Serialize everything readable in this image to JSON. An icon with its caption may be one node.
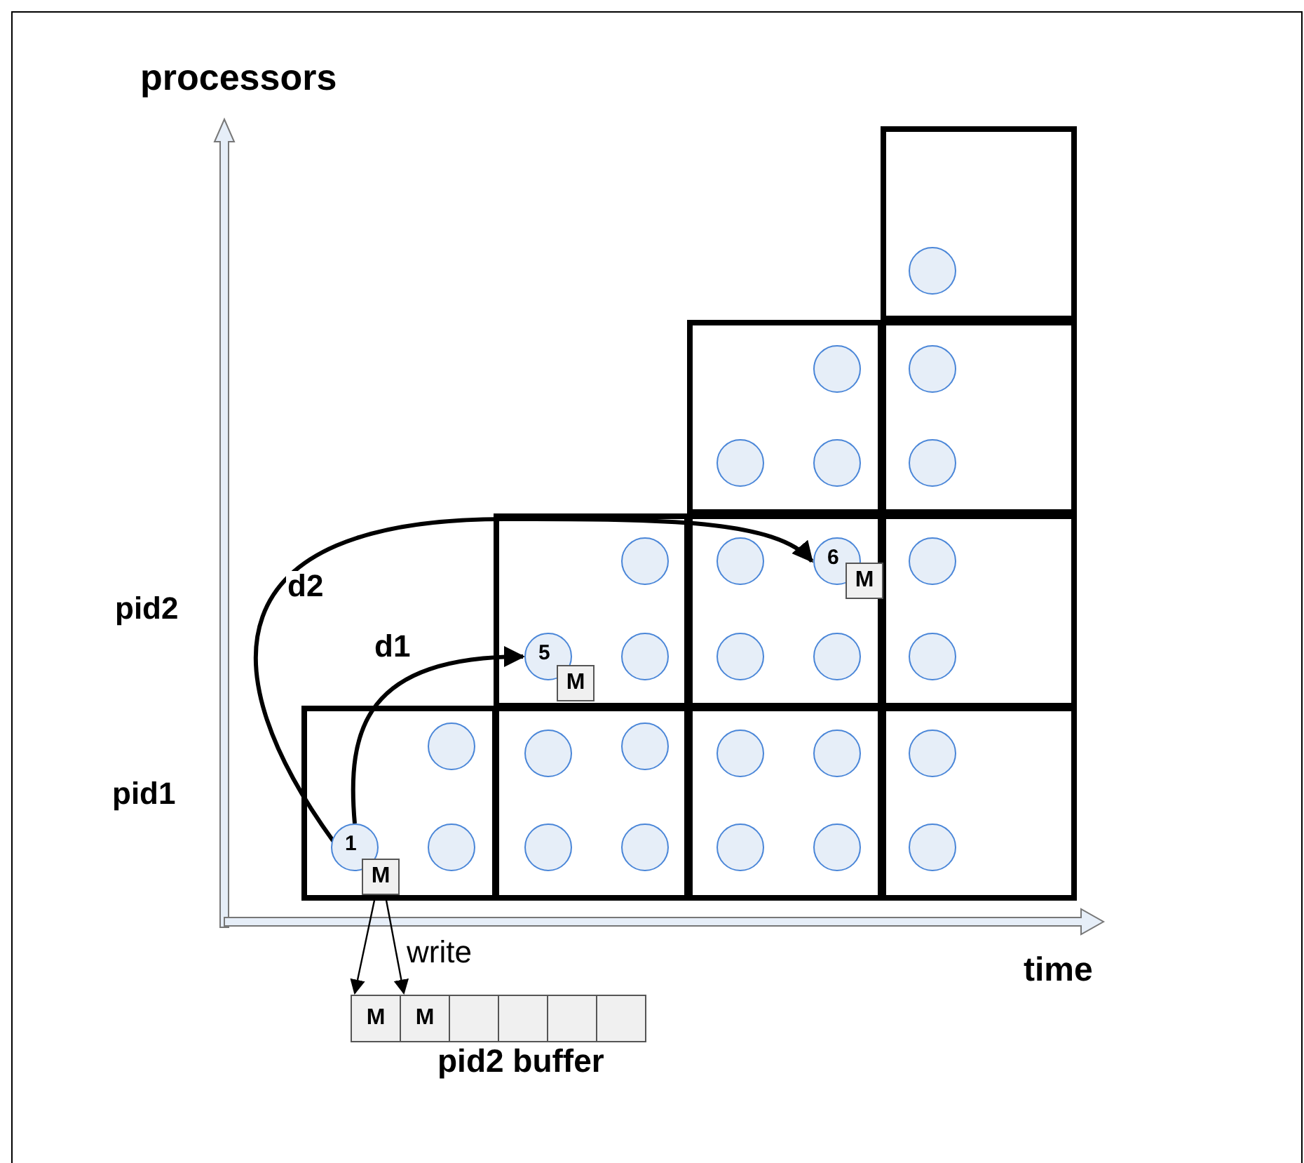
{
  "diagram": {
    "nodes": [
      {
        "text": [],
        "shape": "box"
      },
      {
        "text": [],
        "shape": "circle",
        "in": 0
      },
      {
        "text": [],
        "shape": "box"
      },
      {
        "text": [],
        "shape": "circle",
        "in": 2
      },
      {
        "text": [],
        "shape": "circle",
        "in": 2
      },
      {
        "text": [],
        "shape": "circle",
        "in": 2
      },
      {
        "text": [],
        "shape": "box"
      },
      {
        "text": [],
        "shape": "circle",
        "in": 6
      },
      {
        "text": [],
        "shape": "circle",
        "in": 6
      },
      {
        "text": [],
        "shape": "box"
      },
      {
        "text": [],
        "shape": "circle",
        "in": 9
      },
      {
        "text": [
          "5"
        ],
        "in": 9
      },
      {
        "text": [],
        "shape": "circle",
        "in": 9
      },
      {
        "text": [
          "M"
        ],
        "in": 9
      },
      {
        "text": [],
        "shape": "box"
      },
      {
        "text": [],
        "shape": "circle",
        "in": 14
      },
      {
        "text": [
          "6"
        ],
        "in": 14
      },
      {
        "text": [],
        "shape": "circle",
        "in": 14
      },
      {
        "text": [],
        "shape": "circle",
        "in": 14
      },
      {
        "text": [
          "M"
        ],
        "in": 14
      },
      {
        "text": [],
        "shape": "box"
      },
      {
        "text": [],
        "shape": "circle",
        "in": 20
      },
      {
        "text": [],
        "shape": "circle",
        "in": 20
      },
      {
        "text": [],
        "shape": "box"
      },
      {
        "text": [],
        "shape": "circle",
        "in": 23
      },
      {
        "text": [
          "1"
        ],
        "in": 23
      },
      {
        "text": [],
        "shape": "circle",
        "in": 23
      },
      {
        "text": [
          "M"
        ],
        "in": 23
      },
      {
        "text": [],
        "shape": "box"
      },
      {
        "text": [],
        "shape": "circle",
        "in": 28
      },
      {
        "text": [],
        "shape": "circle",
        "in": 28
      },
      {
        "text": [],
        "shape": "circle",
        "in": 28
      },
      {
        "text": [],
        "shape": "circle",
        "in": 28
      },
      {
        "text": [],
        "shape": "box"
      },
      {
        "text": [],
        "shape": "circle",
        "in": 33
      },
      {
        "text": [],
        "shape": "circle",
        "in": 33
      },
      {
        "text": [],
        "shape": "circle",
        "in": 33
      },
      {
        "text": [],
        "shape": "circle",
        "in": 33
      },
      {
        "text": [],
        "shape": "box"
      },
      {
        "text": [],
        "shape": "circle",
        "in": 38
      },
      {
        "text": [],
        "shape": "circle",
        "in": 38
      },
      {
        "text": [
          "M"
        ]
      },
      {
        "text": [
          "M"
        ]
      },
      {
        "text": [],
        "shape": "box"
      },
      {
        "text": [],
        "shape": "box"
      },
      {
        "text": [],
        "shape": "box"
      },
      {
        "text": [],
        "shape": "box"
      }
    ],
    "edges": [
      {
        "from": 25,
        "to": 11,
        "arrow": "to",
        "label": "d1",
        "style": "thick"
      },
      {
        "from": 25,
        "to": 16,
        "arrow": "to",
        "label": "d2",
        "style": "thick"
      },
      {
        "from": 27,
        "to": 41,
        "arrow": "to"
      },
      {
        "from": 27,
        "to": 42,
        "arrow": "to"
      }
    ],
    "labels": [
      "processors",
      "pid2",
      "pid1",
      "write",
      "time",
      "pid2 buffer"
    ]
  }
}
